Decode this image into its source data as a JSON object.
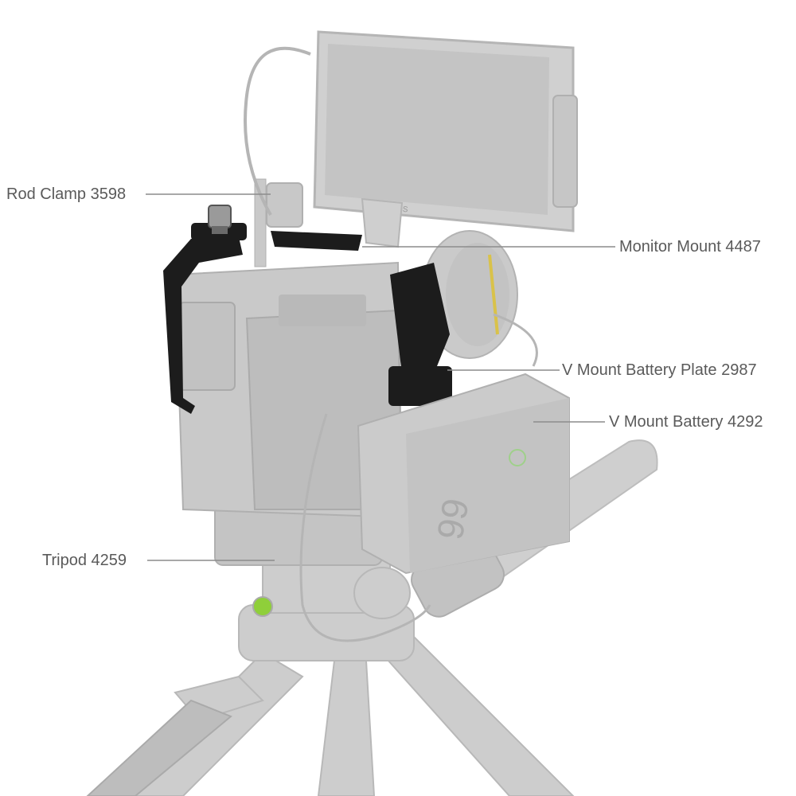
{
  "labels": {
    "rod_clamp": "Rod Clamp 3598",
    "monitor_mount": "Monitor Mount 4487",
    "battery_plate": "V Mount Battery Plate 2987",
    "battery": "V Mount Battery 4292",
    "tripod": "Tripod 4259"
  },
  "device_text": {
    "monitor_brand": "ATOMOS",
    "battery_number": "99"
  },
  "colors": {
    "ghost": "#c9c9c9",
    "ghost_dark": "#b3b3b3",
    "cage": "#1c1c1c",
    "leader": "#8c8c8c",
    "label": "#5a5a5a",
    "accent_yellow": "#d9c24a",
    "level_green": "#8fcf3a"
  }
}
